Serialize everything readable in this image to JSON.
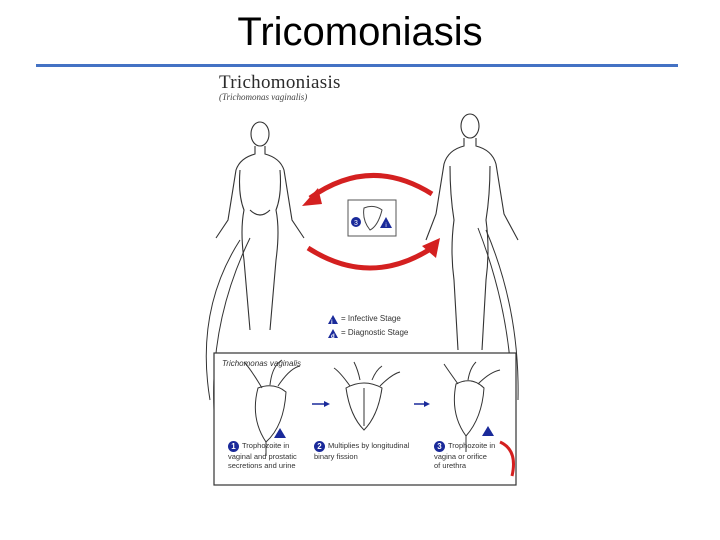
{
  "slide": {
    "title": "Tricomoniasis"
  },
  "figure": {
    "title": "Trichomoniasis",
    "subtitle": "(Trichomonas vaginalis)",
    "center_step": "3",
    "center_stage_marker": "i",
    "legend": [
      {
        "marker": "i",
        "label": "= Infective Stage"
      },
      {
        "marker": "d",
        "label": "= Diagnostic Stage"
      }
    ],
    "panel_title": "Trichomonas vaginalis",
    "steps": [
      {
        "number": "1",
        "marker": "d",
        "line1": "Trophozoite in",
        "line2": "vaginal and prostatic",
        "line3": "secretions and urine"
      },
      {
        "number": "2",
        "marker": "",
        "line1": "Multiplies by longitudinal",
        "line2": "binary fission",
        "line3": ""
      },
      {
        "number": "3",
        "marker": "i",
        "line1": "Trophozoite in",
        "line2": "vagina or orifice",
        "line3": "of urethra"
      }
    ],
    "colors": {
      "arrow": "#d42020",
      "marker": "#1a2a9a",
      "rule": "#4472c4"
    }
  }
}
